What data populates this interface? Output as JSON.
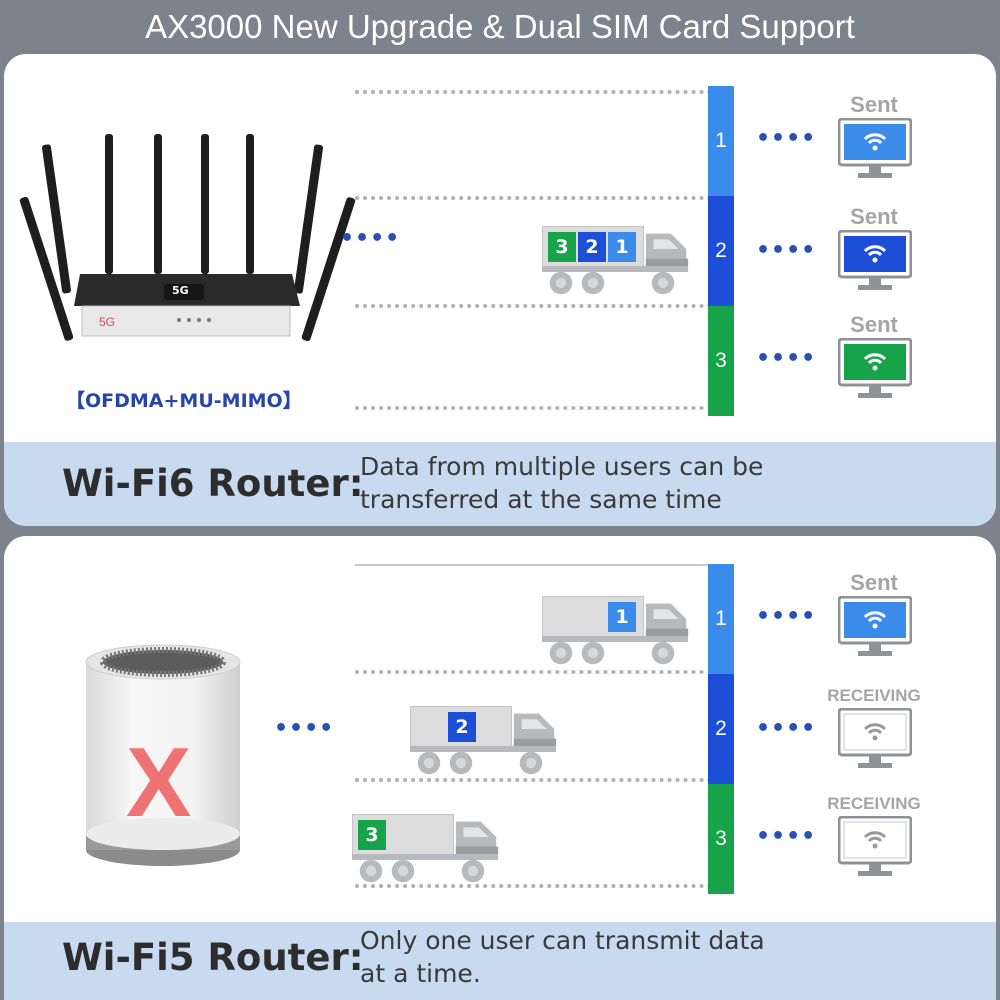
{
  "header": {
    "title": "AX3000 New Upgrade & Dual SIM Card Support"
  },
  "wifi6": {
    "label": "Wi-Fi6 Router:",
    "description_line1": "Data from multiple users can be",
    "description_line2": "transferred at the same time",
    "router_badge": "5G",
    "tech_label": "【OFDMA+MU-MIMO】",
    "truck_packets": [
      "3",
      "2",
      "1"
    ],
    "lanes": [
      {
        "number": "1",
        "color": "#3b8cea",
        "status": "Sent"
      },
      {
        "number": "2",
        "color": "#1d4ed8",
        "status": "Sent"
      },
      {
        "number": "3",
        "color": "#16a34a",
        "status": "Sent"
      }
    ],
    "dots": "••••"
  },
  "wifi5": {
    "label": "Wi-Fi5 Router:",
    "description_line1": "Only one user can transmit data",
    "description_line2": "at a time.",
    "x_mark": "X",
    "trucks": [
      {
        "packet": "1",
        "color": "#3b8cea"
      },
      {
        "packet": "2",
        "color": "#1d4ed8"
      },
      {
        "packet": "3",
        "color": "#16a34a"
      }
    ],
    "lanes": [
      {
        "number": "1",
        "color": "#3b8cea",
        "status": "Sent"
      },
      {
        "number": "2",
        "color": "#1d4ed8",
        "status": "RECEIVING"
      },
      {
        "number": "3",
        "color": "#16a34a",
        "status": "RECEIVING"
      }
    ],
    "dots": "••••"
  },
  "colors": {
    "background": "#7c838d",
    "caption_band": "#c7daef",
    "lane_blue": "#3b8cea",
    "lane_dark_blue": "#1d4ed8",
    "lane_green": "#16a34a",
    "x_red": "#f07373"
  }
}
